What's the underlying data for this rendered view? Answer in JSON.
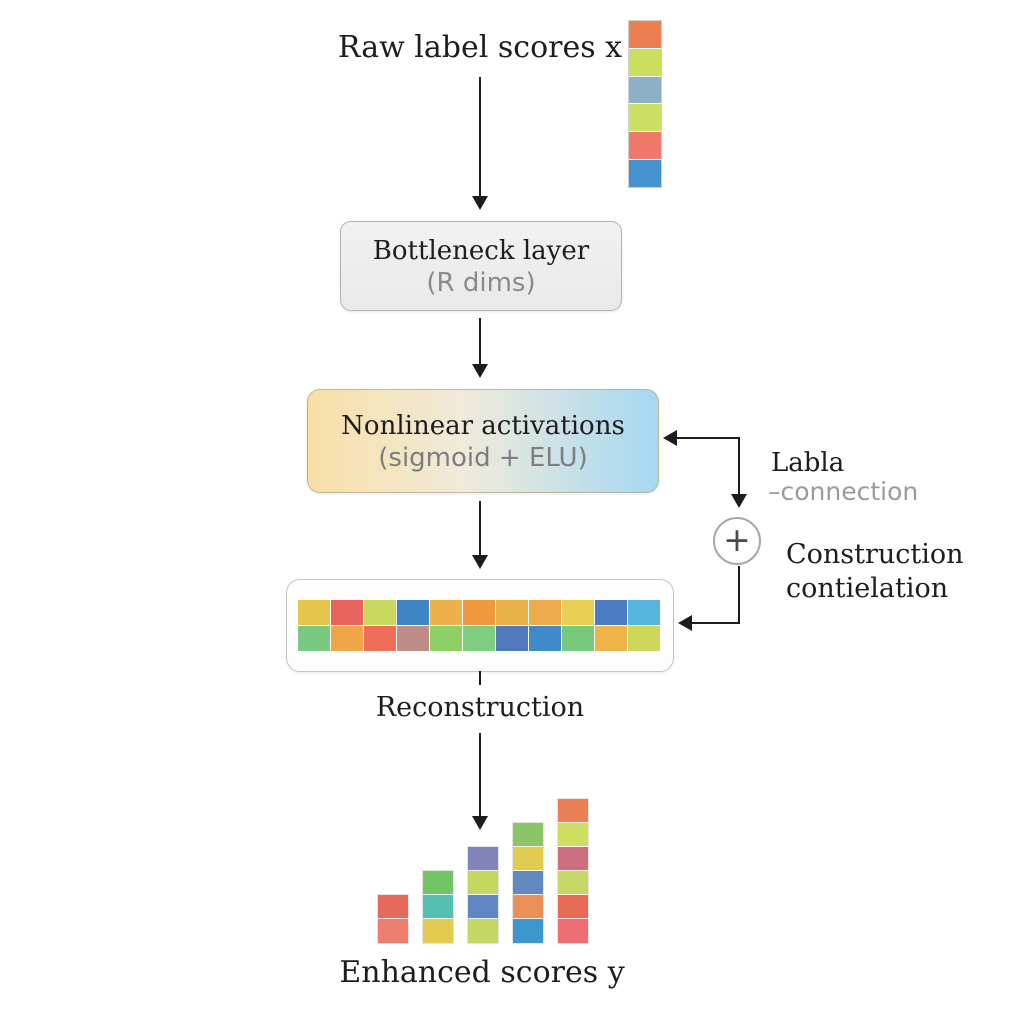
{
  "diagram": {
    "input": {
      "label": "Raw label scores x",
      "strip_colors": [
        "#ed7f51",
        "#cbdf5f",
        "#8fafc7",
        "#cde063",
        "#f0796b",
        "#4592cf"
      ]
    },
    "bottleneck": {
      "title": "Bottleneck layer",
      "subtitle": "(R dims)"
    },
    "activations": {
      "title": "Nonlinear activations",
      "subtitle": "(sigmoid + ELU)"
    },
    "skip_connection": {
      "label": "Labla",
      "sublabel": "–connection",
      "operator": "+",
      "sum_label_line1": "Construction",
      "sum_label_line2": "contielation"
    },
    "reconstruction": {
      "label": "Reconstruction",
      "grid": [
        [
          "#e6c54d",
          "#e8645c",
          "#c8d95e",
          "#3d85c5",
          "#eeb04a",
          "#ef993f",
          "#e9b24a",
          "#eeab4b",
          "#e7cf55",
          "#4b7cc1",
          "#57b5dd"
        ],
        [
          "#7ac983",
          "#f0a546",
          "#ee6e5a",
          "#c08c86",
          "#8ed063",
          "#80cc80",
          "#5478bc",
          "#418aca",
          "#78c87e",
          "#eeb449",
          "#ccd75c"
        ]
      ]
    },
    "output": {
      "label": "Enhanced scores y",
      "bars": [
        [
          "#e56a5c",
          "#ec7f6e"
        ],
        [
          "#72c464",
          "#56bfb3",
          "#e2c94f"
        ],
        [
          "#8084b8",
          "#c4d75f",
          "#5f87c3",
          "#c4d765"
        ],
        [
          "#8ac56a",
          "#dfcb50",
          "#6289bd",
          "#e89057",
          "#3d97cd"
        ],
        [
          "#ec8055",
          "#cede60",
          "#cc7080",
          "#c8d765",
          "#e86c55",
          "#ee6f73"
        ]
      ]
    },
    "colors": {
      "arrow": "#1c1c1c",
      "text_primary": "#1d1d1d",
      "text_muted": "#8a8a8a",
      "activation_gradient_left": "#f9dfa6",
      "activation_gradient_right": "#a5d8f2"
    }
  }
}
